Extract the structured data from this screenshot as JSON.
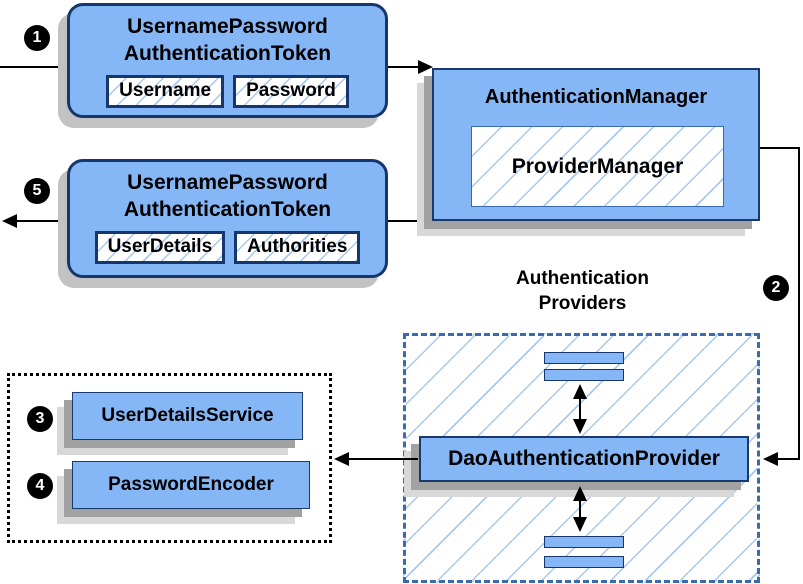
{
  "steps": {
    "one": "1",
    "two": "2",
    "three": "3",
    "four": "4",
    "five": "5"
  },
  "request_token": {
    "title_line1": "UsernamePassword",
    "title_line2": "AuthenticationToken",
    "field_left": "Username",
    "field_right": "Password"
  },
  "response_token": {
    "title_line1": "UsernamePassword",
    "title_line2": "AuthenticationToken",
    "field_left": "UserDetails",
    "field_right": "Authorities"
  },
  "authentication_manager": {
    "title": "AuthenticationManager",
    "provider": "ProviderManager"
  },
  "providers_group": {
    "label_line1": "Authentication",
    "label_line2": "Providers",
    "dao_provider": "DaoAuthenticationProvider"
  },
  "beans_group": {
    "user_details_service": "UserDetailsService",
    "password_encoder": "PasswordEncoder"
  },
  "colors": {
    "box_fill": "#85b6f5",
    "token_border": "#16366e",
    "rect_border": "#1a3a6e",
    "hatch_line": "#a8c8ee",
    "dashed_blue": "#3a6bb0",
    "line_color": "#000000"
  }
}
